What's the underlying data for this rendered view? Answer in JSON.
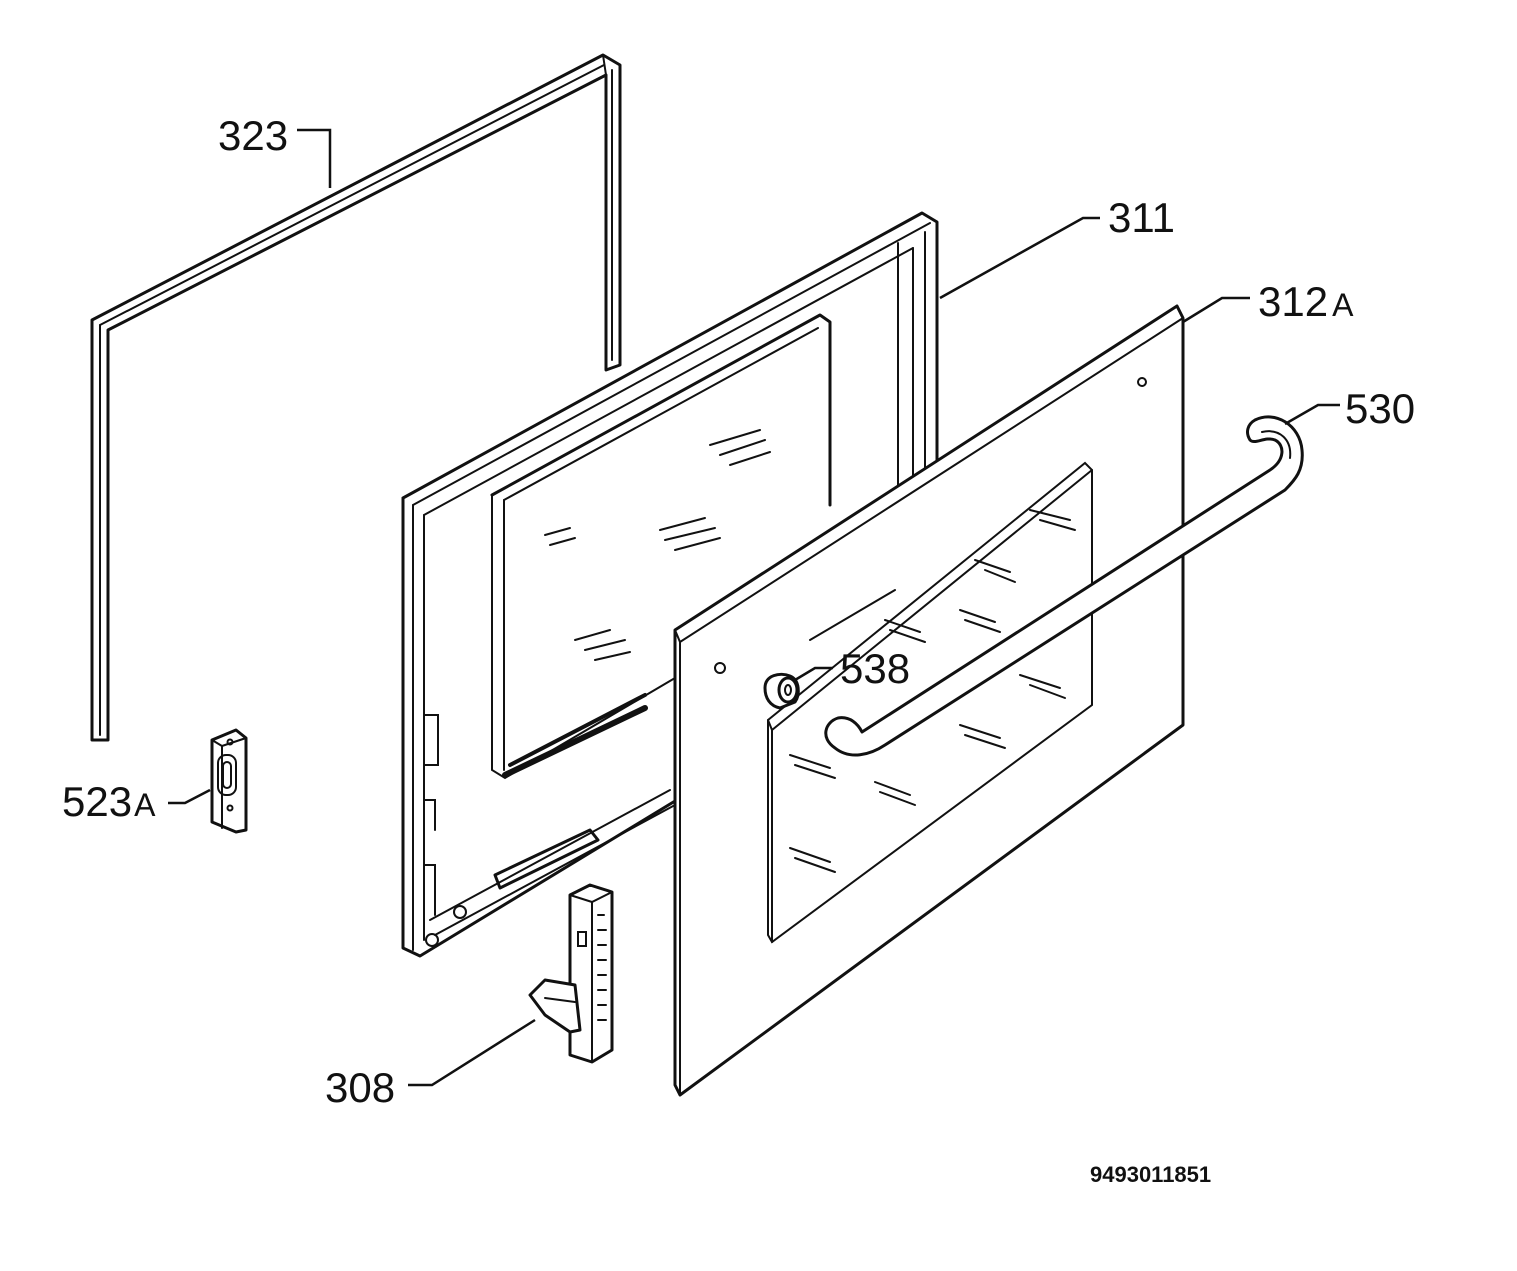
{
  "labels": {
    "gasket": "323",
    "inner_door_frame": "311",
    "outer_glass_panel": {
      "num": "312",
      "suffix": "A"
    },
    "handle": "530",
    "handle_spacer": "538",
    "door_catch": {
      "num": "523",
      "suffix": "A"
    },
    "hinge": "308"
  },
  "document_number": "9493011851"
}
